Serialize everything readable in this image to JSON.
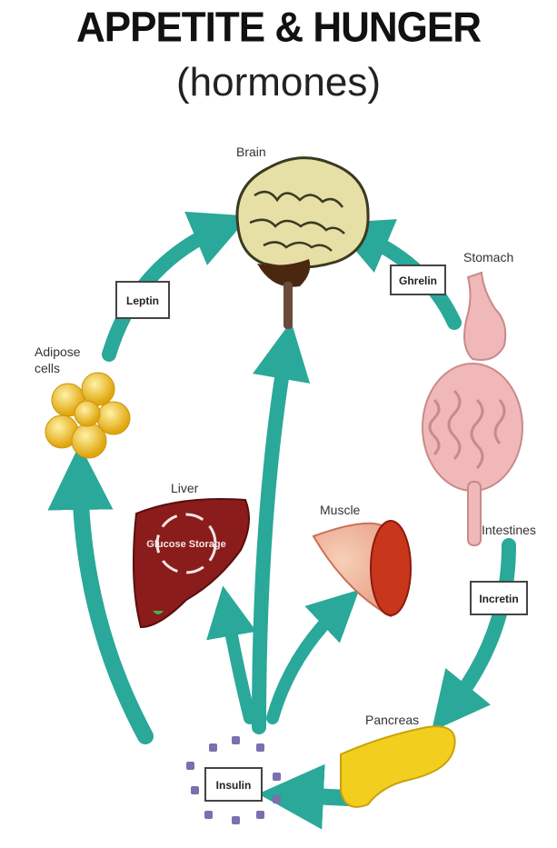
{
  "title": "APPETITE & HUNGER",
  "subtitle": "(hormones)",
  "organs": {
    "brain": "Brain",
    "stomach": "Stomach",
    "adipose": [
      "Adipose",
      "cells"
    ],
    "liver": "Liver",
    "muscle": "Muscle",
    "intestines": "Intestines",
    "pancreas": "Pancreas",
    "liver_inner": "Glucose Storage"
  },
  "hormones": {
    "leptin": "Leptin",
    "ghrelin": "Ghrelin",
    "incretin": "Incretin",
    "insulin": "Insulin"
  },
  "colors": {
    "arrow": "#2aa89a",
    "brain": "#e6dfa6",
    "liver": "#8a1c1c",
    "fat": "#f3c21a",
    "pancreas": "#f2cf1e",
    "gut": "#f0b8b8",
    "insulin_dots": "#7b6fb0"
  }
}
